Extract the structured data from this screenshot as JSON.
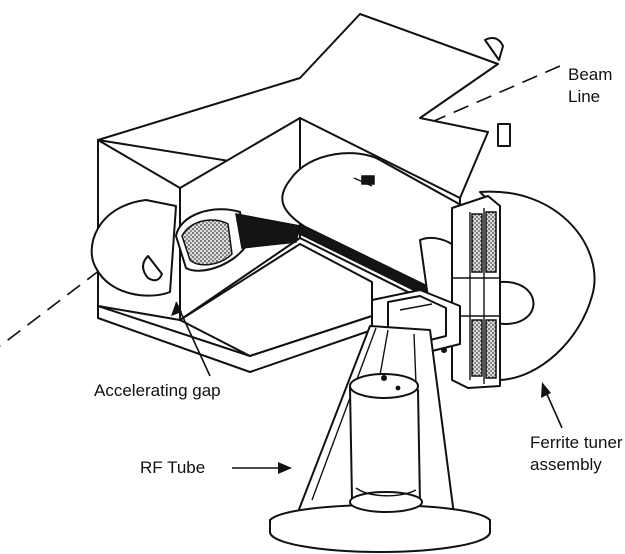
{
  "labels": {
    "beam_line": "Beam Line",
    "accelerating_gap": "Accelerating gap",
    "rf_tube": "RF Tube",
    "ferrite_tuner": "Ferrite tuner assembly"
  },
  "colors": {
    "line": "#111111",
    "background": "#ffffff"
  }
}
